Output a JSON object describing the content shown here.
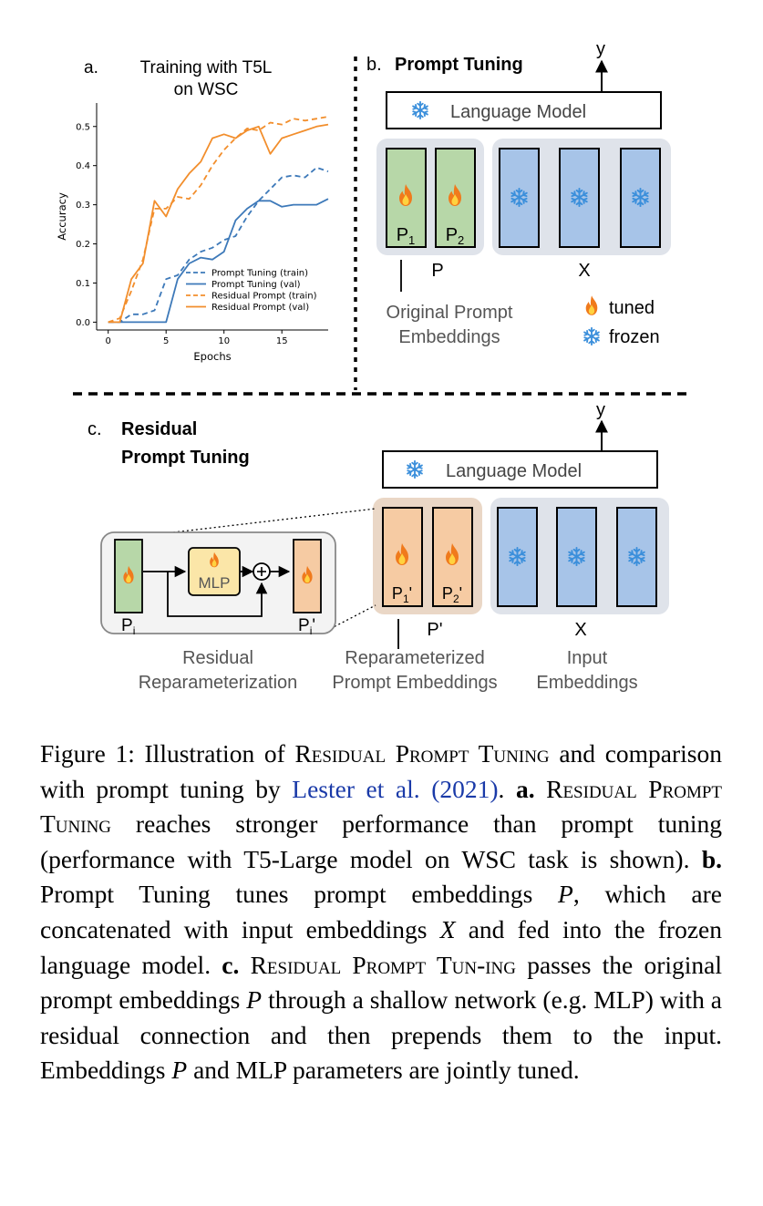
{
  "panel_a": {
    "letter": "a.",
    "title_line1": "Training with T5L",
    "title_line2": "on WSC"
  },
  "chart_data": {
    "type": "line",
    "xlabel": "Epochs",
    "ylabel": "Accuracy",
    "xlim": [
      -1,
      19
    ],
    "ylim": [
      -0.02,
      0.56
    ],
    "x_ticks": [
      0,
      5,
      10,
      15
    ],
    "y_ticks": [
      0.0,
      0.1,
      0.2,
      0.3,
      0.4,
      0.5
    ],
    "y_tick_labels": [
      "0.0",
      "0.1",
      "0.2",
      "0.3",
      "0.4",
      "0.5"
    ],
    "legend_position": "bottom-right",
    "series": [
      {
        "name": "Prompt Tuning (train)",
        "color": "#3d79b9",
        "dash": true,
        "x": [
          0,
          1,
          2,
          3,
          4,
          5,
          6,
          7,
          8,
          9,
          10,
          11,
          12,
          13,
          14,
          15,
          16,
          17,
          18,
          19
        ],
        "y": [
          0.0,
          0.0,
          0.02,
          0.02,
          0.03,
          0.11,
          0.12,
          0.16,
          0.18,
          0.19,
          0.21,
          0.22,
          0.27,
          0.31,
          0.34,
          0.37,
          0.375,
          0.37,
          0.395,
          0.385
        ]
      },
      {
        "name": "Prompt Tuning (val)",
        "color": "#3d79b9",
        "dash": false,
        "x": [
          0,
          1,
          2,
          3,
          4,
          5,
          6,
          7,
          8,
          9,
          10,
          11,
          12,
          13,
          14,
          15,
          16,
          17,
          18,
          19
        ],
        "y": [
          0.0,
          0.0,
          0.0,
          0.0,
          0.0,
          0.0,
          0.11,
          0.15,
          0.165,
          0.16,
          0.18,
          0.26,
          0.29,
          0.31,
          0.31,
          0.295,
          0.3,
          0.3,
          0.3,
          0.315
        ]
      },
      {
        "name": "Residual Prompt (train)",
        "color": "#f28e2c",
        "dash": true,
        "x": [
          0,
          1,
          2,
          3,
          4,
          5,
          6,
          7,
          8,
          9,
          10,
          11,
          12,
          13,
          14,
          15,
          16,
          17,
          18,
          19
        ],
        "y": [
          0.0,
          0.01,
          0.08,
          0.16,
          0.29,
          0.29,
          0.32,
          0.315,
          0.35,
          0.4,
          0.44,
          0.47,
          0.495,
          0.49,
          0.51,
          0.505,
          0.52,
          0.515,
          0.52,
          0.525
        ]
      },
      {
        "name": "Residual Prompt (val)",
        "color": "#f28e2c",
        "dash": false,
        "x": [
          0,
          1,
          2,
          3,
          4,
          5,
          6,
          7,
          8,
          9,
          10,
          11,
          12,
          13,
          14,
          15,
          16,
          17,
          18,
          19
        ],
        "y": [
          0.0,
          0.0,
          0.11,
          0.15,
          0.31,
          0.27,
          0.34,
          0.38,
          0.41,
          0.47,
          0.48,
          0.47,
          0.49,
          0.5,
          0.43,
          0.47,
          0.48,
          0.49,
          0.5,
          0.505
        ]
      }
    ]
  },
  "panel_b": {
    "letter": "b.",
    "title": "Prompt Tuning",
    "output_label": "y",
    "language_model": "Language Model",
    "prompt_labels": [
      {
        "main": "P",
        "sub": "1"
      },
      {
        "main": "P",
        "sub": "2"
      }
    ],
    "prompt_group_label": "P",
    "input_group_label": "X",
    "prompt_caption_line1": "Original Prompt",
    "prompt_caption_line2": "Embeddings",
    "legend_tuned": "tuned",
    "legend_frozen": "frozen"
  },
  "panel_c": {
    "letter": "c.",
    "title_line1": "Residual",
    "title_line2": "Prompt Tuning",
    "output_label": "y",
    "language_model": "Language Model",
    "mlp_label": "MLP",
    "pi_in": {
      "main": "P",
      "sub": "i"
    },
    "pi_out": {
      "main": "P",
      "sub": "i",
      "suffix": "'"
    },
    "prompt_labels": [
      {
        "main": "P",
        "sub": "1",
        "suffix": "'"
      },
      {
        "main": "P",
        "sub": "2",
        "suffix": "'"
      }
    ],
    "prompt_group_label": "P'",
    "input_group_label": "X",
    "residual_caption_line1": "Residual",
    "residual_caption_line2": "Reparameterization",
    "reparam_caption_line1": "Reparameterized",
    "reparam_caption_line2": "Prompt Embeddings",
    "input_caption_line1": "Input",
    "input_caption_line2": "Embeddings"
  },
  "colors": {
    "tuned_green": "#b7d7a8",
    "tuned_orange": "#f6cba3",
    "frozen_blue": "#a7c4e8",
    "group_bg": "#dfe3ea",
    "mlp_yellow": "#fbe6a8",
    "flame": "#f07a1c",
    "snow": "#3b8fdb"
  },
  "caption": {
    "t1": "Figure 1: Illustration of ",
    "sc1": "Residual Prompt Tuning",
    "t2": " and comparison with prompt tuning by ",
    "cite_authors": "Lester et al.",
    "cite_year": "(2021)",
    "t3": ". ",
    "label_a": "a.",
    "t4": " ",
    "sc2": "Residual Prompt Tuning",
    "t5": " reaches stronger performance than prompt tuning (performance with T5-Large model on WSC task is shown). ",
    "label_b": "b.",
    "t6": " Prompt Tuning tunes prompt embeddings ",
    "m1": "P",
    "t7": ", which are concatenated with input embeddings ",
    "m2": "X",
    "t8": " and fed into the frozen language model. ",
    "label_c": "c.",
    "t9": " ",
    "sc3": "Residual Prompt Tun-ing",
    "t10": " passes the original prompt embeddings ",
    "m3": "P",
    "t11": " through a shallow network (e.g. MLP) with a residual connection and then prepends them to the input. Embeddings ",
    "m4": "P",
    "t12": " and MLP parameters are jointly tuned."
  }
}
